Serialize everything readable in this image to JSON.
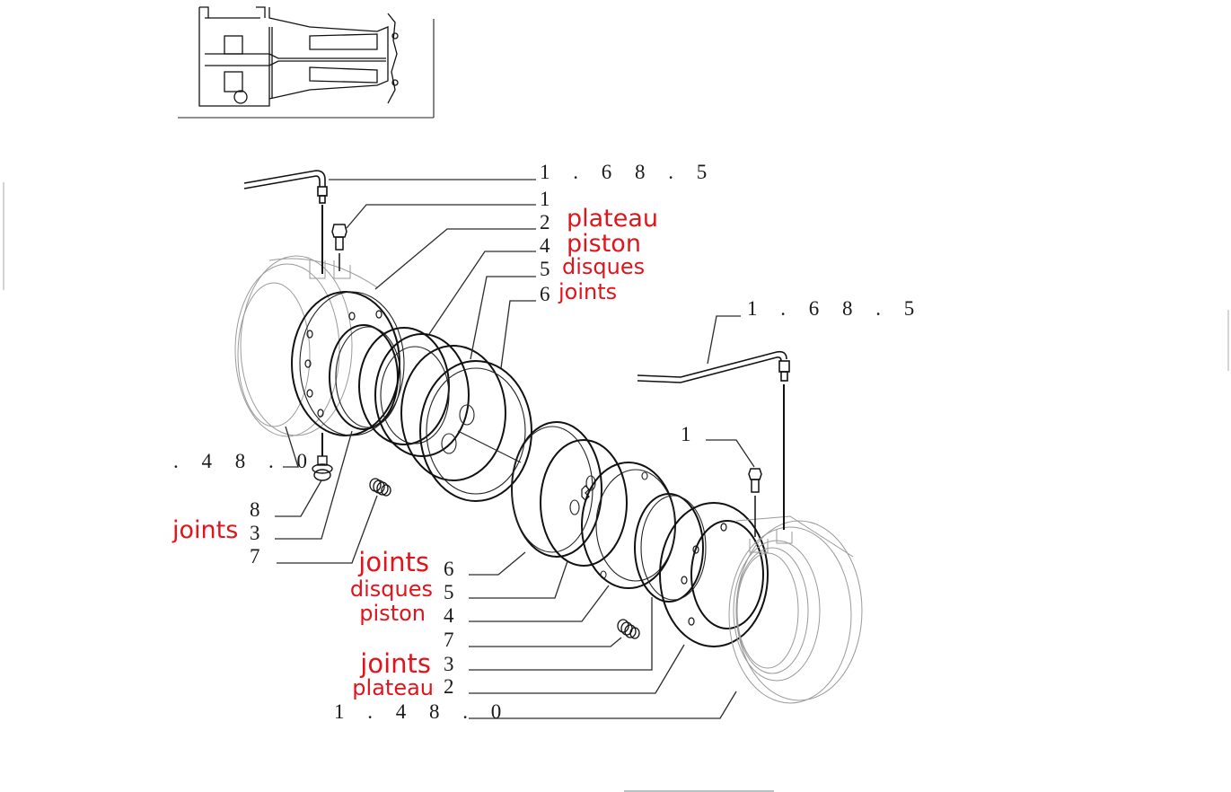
{
  "figure": {
    "top_callouts": {
      "pipe_ref": "1 . 6 8 . 5",
      "items": [
        {
          "num": "1",
          "label": ""
        },
        {
          "num": "2",
          "label": "plateau"
        },
        {
          "num": "4",
          "label": "piston"
        },
        {
          "num": "5",
          "label": "disques"
        },
        {
          "num": "6",
          "label": "joints"
        }
      ]
    },
    "right_callouts": {
      "pipe_ref": "1 . 6 8 . 5",
      "bleed_screw_num": "1"
    },
    "left_callouts": {
      "housing_ref": ". 4 8 . 0",
      "items": [
        {
          "num": "8",
          "label": ""
        },
        {
          "num": "3",
          "label": "joints"
        },
        {
          "num": "7",
          "label": ""
        }
      ]
    },
    "bottom_callouts": {
      "items": [
        {
          "num": "6",
          "label": "joints"
        },
        {
          "num": "5",
          "label": "disques"
        },
        {
          "num": "4",
          "label": "piston"
        },
        {
          "num": "7",
          "label": ""
        },
        {
          "num": "3",
          "label": "joints"
        },
        {
          "num": "2",
          "label": "plateau"
        }
      ],
      "housing_ref": "1 . 4 8 . 0"
    },
    "colors": {
      "annotation": "#e0141b",
      "ink": "#111111",
      "housing": "#9a9a9a"
    }
  }
}
